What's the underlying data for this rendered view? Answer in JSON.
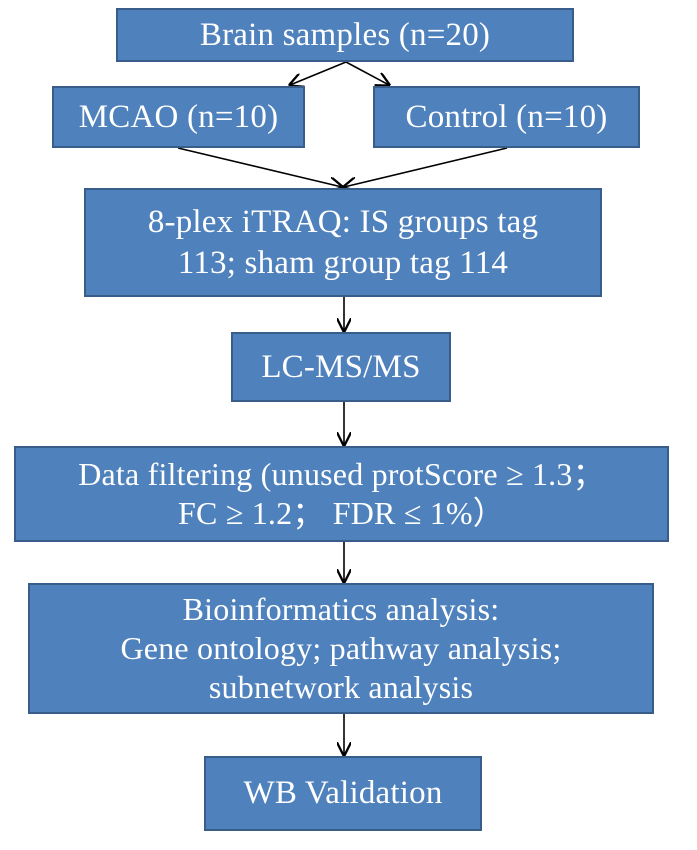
{
  "nodes": {
    "brain_samples": [
      "Brain samples (n=20)"
    ],
    "mcao": [
      "MCAO (n=10)"
    ],
    "control": [
      "Control  (n=10)"
    ],
    "itraq": [
      "8-plex iTRAQ: IS groups tag",
      "113; sham group tag 114"
    ],
    "lcms": [
      "LC-MS/MS"
    ],
    "filtering": [
      "Data filtering (unused protScore ≥ 1.3；",
      "FC ≥ 1.2；  FDR ≤ 1%）"
    ],
    "bioinformatics": [
      "Bioinformatics analysis:",
      "Gene ontology; pathway analysis;",
      "subnetwork analysis"
    ],
    "wb": [
      "WB Validation"
    ]
  },
  "colors": {
    "box_fill": "#4f81bd",
    "box_border": "#385d8a",
    "text": "#ffffff",
    "arrow": "#000000"
  }
}
